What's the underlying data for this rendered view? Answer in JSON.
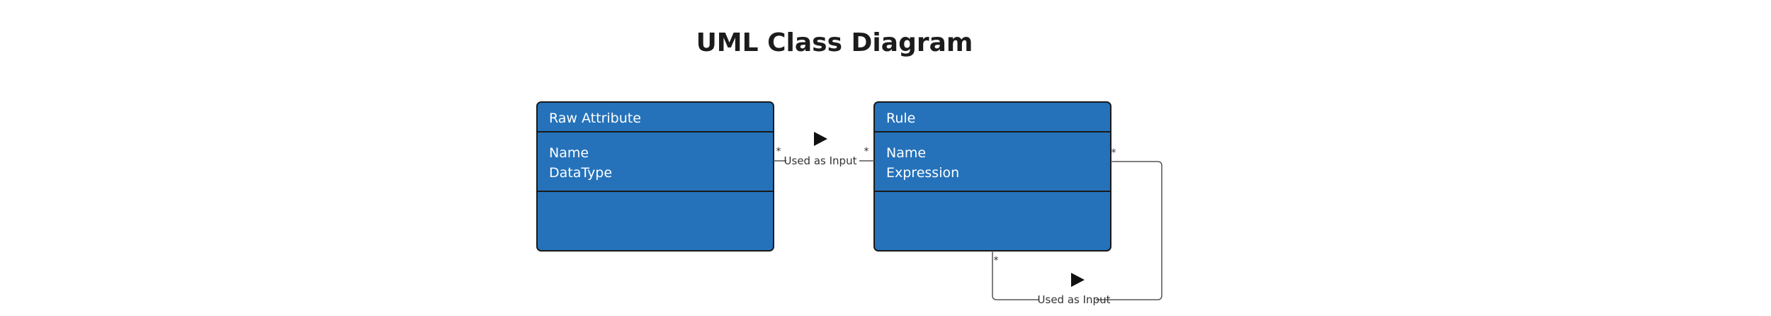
{
  "title": "UML Class Diagram",
  "colors": {
    "class_fill": "#2572BA",
    "class_border": "#1a1a1a",
    "class_text": "#ffffff",
    "line": "#555555",
    "title": "#1c1c1c"
  },
  "classes": [
    {
      "name": "Raw Attribute",
      "attributes": [
        "Name",
        "DataType"
      ],
      "methods": []
    },
    {
      "name": "Rule",
      "attributes": [
        "Name",
        "Expression"
      ],
      "methods": []
    }
  ],
  "associations": [
    {
      "label": "Used as Input",
      "from": "Raw Attribute",
      "to": "Rule",
      "from_multiplicity": "*",
      "to_multiplicity": "*",
      "direction_icon": "right-triangle-icon"
    },
    {
      "label": "Used as Input",
      "from": "Rule",
      "to": "Rule",
      "from_multiplicity": "*",
      "to_multiplicity": "*",
      "direction_icon": "right-triangle-icon"
    }
  ]
}
